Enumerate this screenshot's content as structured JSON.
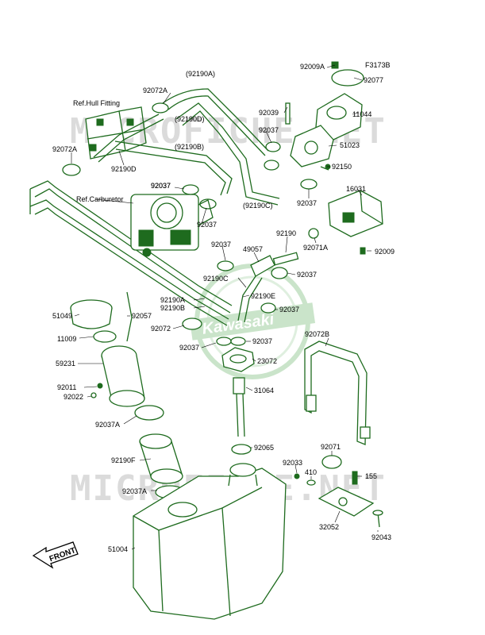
{
  "diagram_code": "F3173B",
  "watermark": {
    "upper": "MICROFICHE.NET",
    "lower": "MICROFICHE.NET",
    "logo": "Kawasaki"
  },
  "front_arrow": "FRONT",
  "reference_labels": {
    "hull_fitting": "Ref.Hull Fitting",
    "carburetor": "Ref.Carburetor"
  },
  "part_labels": [
    {
      "id": "p92009A",
      "text": "92009A"
    },
    {
      "id": "p92077",
      "text": "92077"
    },
    {
      "id": "p92190A",
      "text": "(92190A)"
    },
    {
      "id": "p92072A_top",
      "text": "92072A"
    },
    {
      "id": "p92039",
      "text": "92039"
    },
    {
      "id": "p11044",
      "text": "11044"
    },
    {
      "id": "p92190D_paren",
      "text": "(92190D)"
    },
    {
      "id": "p92037_a",
      "text": "92037"
    },
    {
      "id": "p51023",
      "text": "51023"
    },
    {
      "id": "p92072A_left",
      "text": "92072A"
    },
    {
      "id": "p92190B_paren",
      "text": "(92190B)"
    },
    {
      "id": "p92190D",
      "text": "92190D"
    },
    {
      "id": "p92150",
      "text": "92150"
    },
    {
      "id": "p92037_b",
      "text": "92037"
    },
    {
      "id": "p16031",
      "text": "16031"
    },
    {
      "id": "p92037_c",
      "text": "92037"
    },
    {
      "id": "p92190C_paren",
      "text": "(92190C)"
    },
    {
      "id": "p92037_d",
      "text": "92037"
    },
    {
      "id": "p92037_e",
      "text": "92037"
    },
    {
      "id": "p92190",
      "text": "92190"
    },
    {
      "id": "p92071A",
      "text": "92071A"
    },
    {
      "id": "p92009",
      "text": "92009"
    },
    {
      "id": "p92037_f",
      "text": "92037"
    },
    {
      "id": "p49057",
      "text": "49057"
    },
    {
      "id": "p92037_g",
      "text": "92037"
    },
    {
      "id": "p92190C",
      "text": "92190C"
    },
    {
      "id": "p92190E",
      "text": "92190E"
    },
    {
      "id": "p92190A",
      "text": "92190A"
    },
    {
      "id": "p92190B",
      "text": "92190B"
    },
    {
      "id": "p92037_h",
      "text": "92037"
    },
    {
      "id": "p51049",
      "text": "51049"
    },
    {
      "id": "p92057",
      "text": "92057"
    },
    {
      "id": "p92072",
      "text": "92072"
    },
    {
      "id": "p92072B",
      "text": "92072B"
    },
    {
      "id": "p11009",
      "text": "11009"
    },
    {
      "id": "p92037_i",
      "text": "92037"
    },
    {
      "id": "p92037_j",
      "text": "92037"
    },
    {
      "id": "p23072",
      "text": "23072"
    },
    {
      "id": "p59231",
      "text": "59231"
    },
    {
      "id": "p92011",
      "text": "92011"
    },
    {
      "id": "p31064",
      "text": "31064"
    },
    {
      "id": "p92022",
      "text": "92022"
    },
    {
      "id": "p92037A_a",
      "text": "92037A"
    },
    {
      "id": "p92065",
      "text": "92065"
    },
    {
      "id": "p92071",
      "text": "92071"
    },
    {
      "id": "p92190F",
      "text": "92190F"
    },
    {
      "id": "p92033",
      "text": "92033"
    },
    {
      "id": "p410",
      "text": "410"
    },
    {
      "id": "p155",
      "text": "155"
    },
    {
      "id": "p92037A_b",
      "text": "92037A"
    },
    {
      "id": "p32052",
      "text": "32052"
    },
    {
      "id": "p51004",
      "text": "51004"
    },
    {
      "id": "p92043",
      "text": "92043"
    }
  ]
}
